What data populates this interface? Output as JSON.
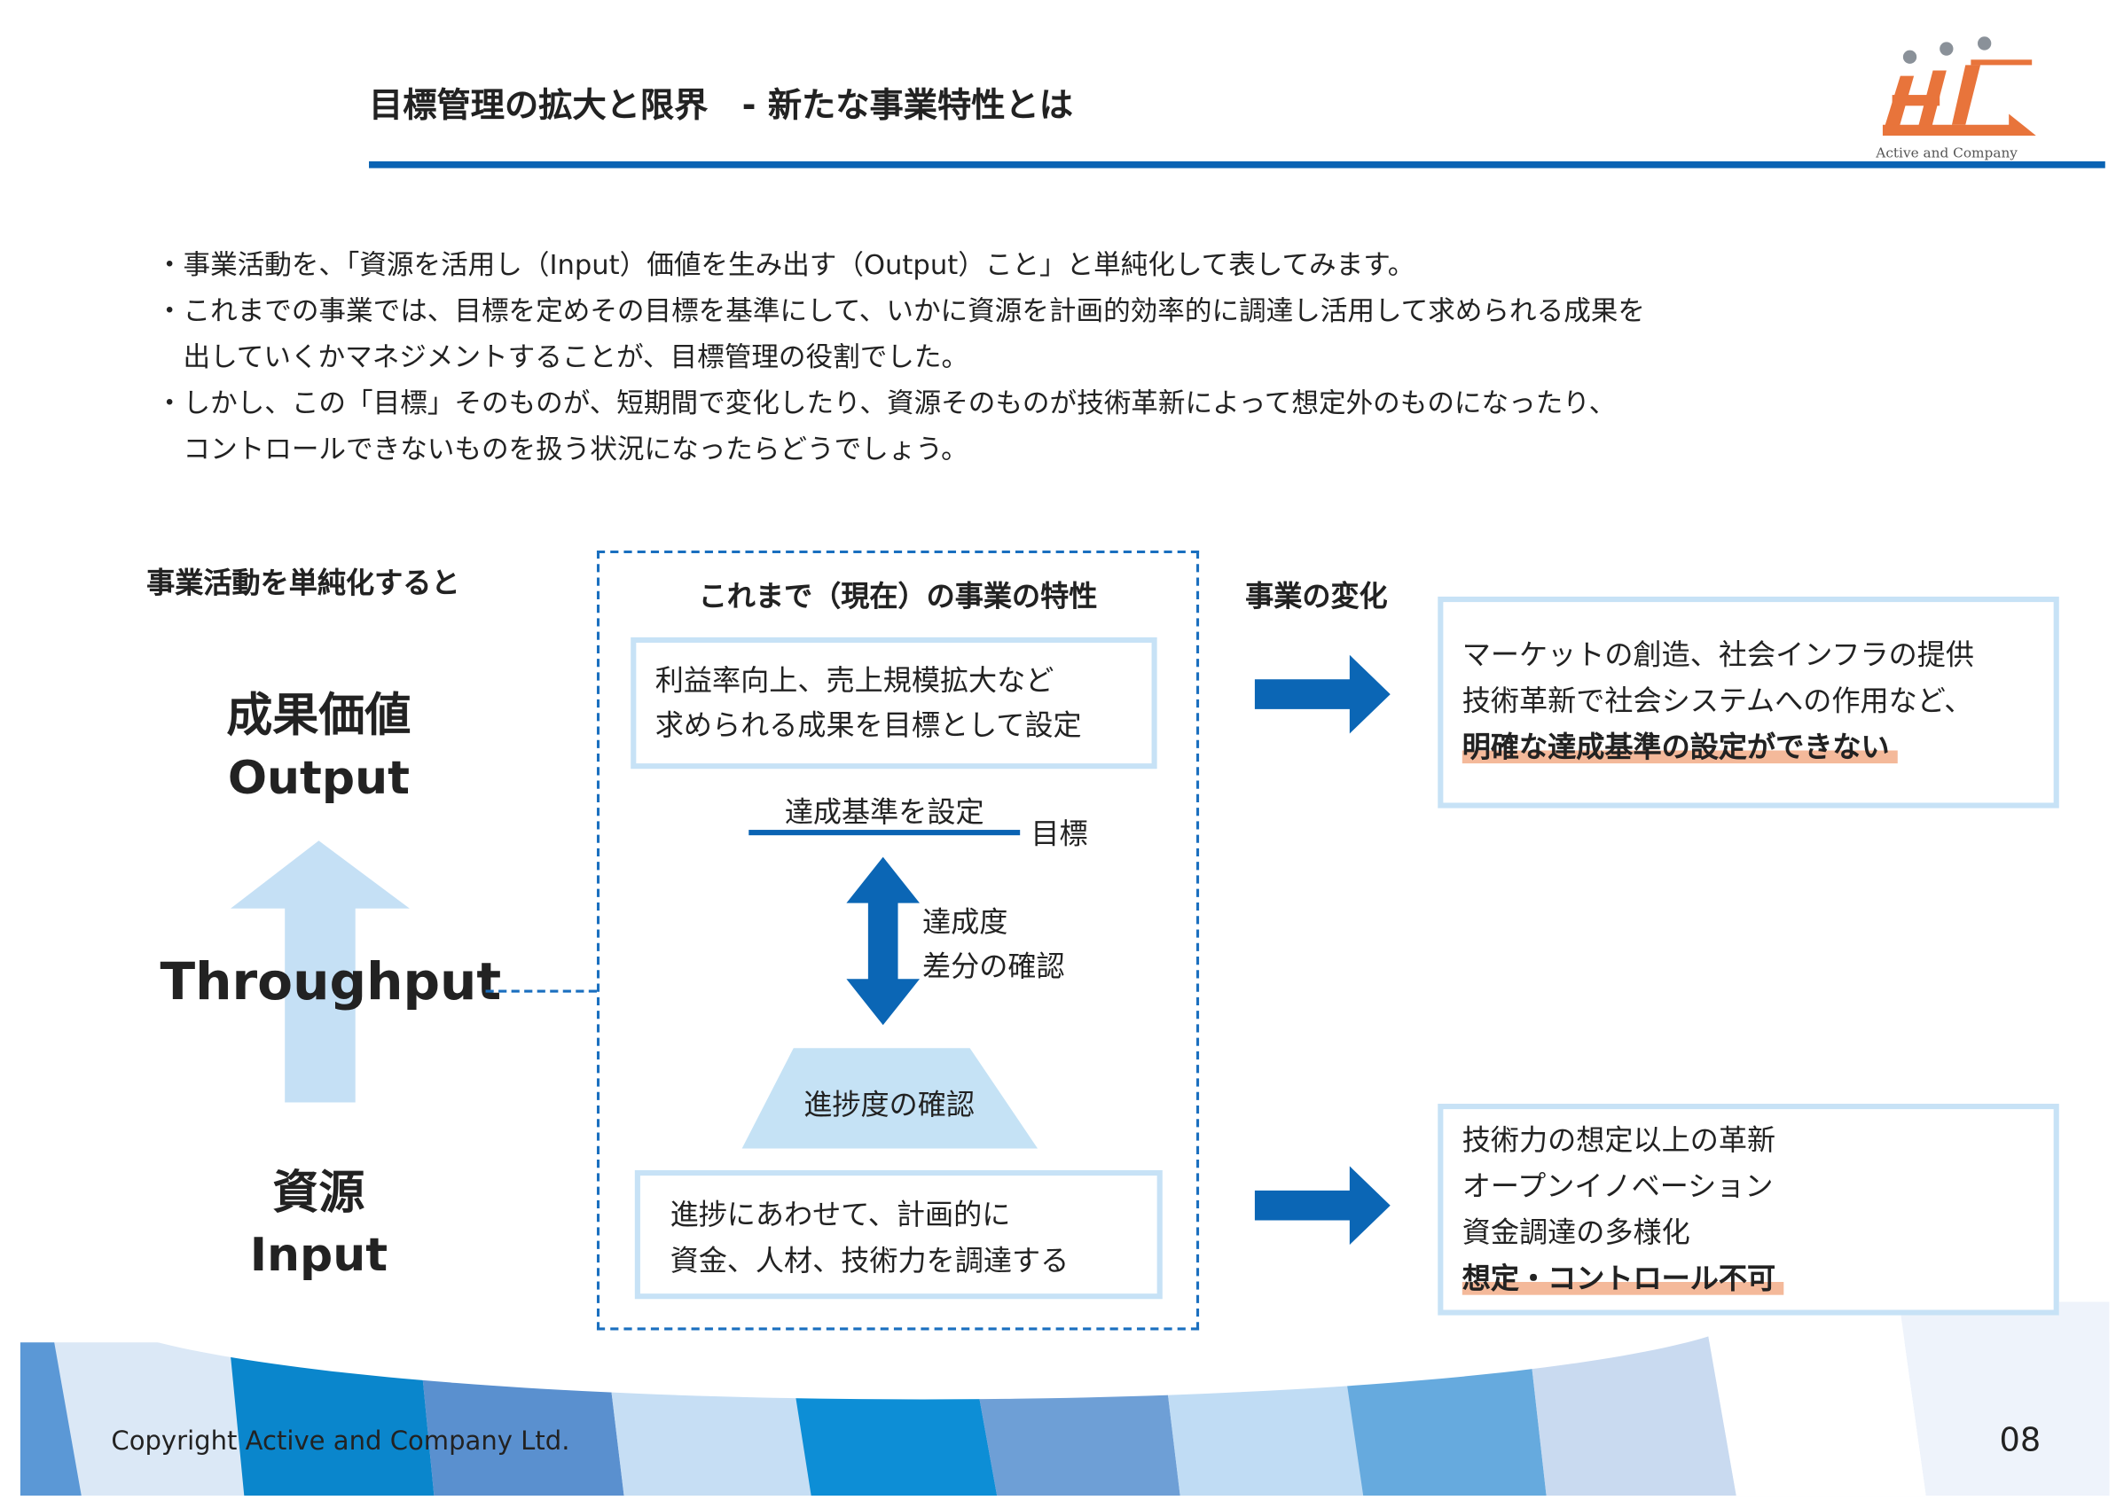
{
  "header": {
    "title": "目標管理の拡大と限界　- 新たな事業特性とは",
    "logo_text": "Active and Company"
  },
  "bullets": [
    "・事業活動を、「資源を活用し（Input）価値を生み出す（Output）こと」と単純化して表してみます。",
    "・これまでの事業では、目標を定めその目標を基準にして、いかに資源を計画的効率的に調達し活用して求められる成果を",
    "　出していくかマネジメントすることが、目標管理の役割でした。",
    "・しかし、この「目標」そのものが、短期間で変化したり、資源そのものが技術革新によって想定外のものになったり、",
    "　コントロールできないものを扱う状況になったらどうでしょう。"
  ],
  "left": {
    "heading": "事業活動を単純化すると",
    "output_jp": "成果価値",
    "output_en": "Output",
    "throughput": "Throughput",
    "input_jp": "資源",
    "input_en": "Input"
  },
  "center": {
    "heading": "これまで（現在）の事業の特性",
    "box1": [
      "利益率向上、売上規模拡大など",
      "求められる成果を目標として設定"
    ],
    "criteria": "達成基準を設定",
    "goal": "目標",
    "check": [
      "達成度",
      "差分の確認"
    ],
    "progress": "進捗度の確認",
    "box2": [
      "進捗にあわせて、計画的に",
      "資金、人材、技術力を調達する"
    ]
  },
  "right": {
    "heading": "事業の変化",
    "box1": [
      "マーケットの創造、社会インフラの提供",
      "技術革新で社会システムへの作用など、"
    ],
    "box1_emphasis": "明確な達成基準の設定ができない",
    "box2": [
      "技術力の想定以上の革新",
      "オープンイノベーション",
      "資金調達の多様化"
    ],
    "box2_emphasis": "想定・コントロール不可"
  },
  "footer": {
    "copyright": "Copyright Active and Company Ltd.",
    "page": "08"
  },
  "colors": {
    "accent": "#0a63b3",
    "light": "#c7e2f6",
    "highlight": "#f4b99a",
    "logo": "#e8743b"
  }
}
